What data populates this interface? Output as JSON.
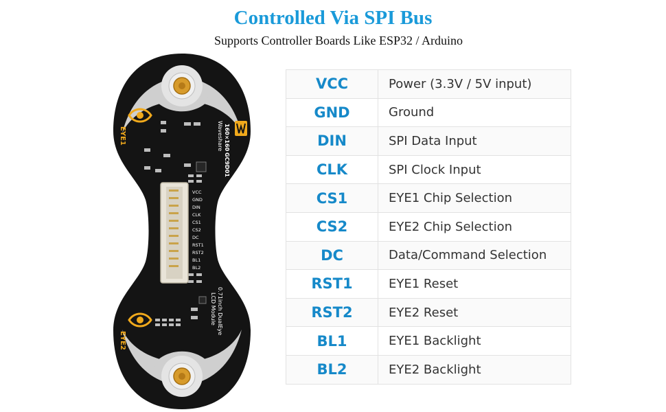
{
  "header": {
    "title": "Controlled Via SPI Bus",
    "subtitle": "Supports Controller Boards Like ESP32 / Arduino"
  },
  "board": {
    "eye1_label": "EYE1",
    "eye2_label": "EYE2",
    "brand": "Waveshare",
    "resolution": "160×160",
    "driver": "GC9D01",
    "module_line1": "0.71inch DualEye",
    "module_line2": "LCD Module",
    "silk_pins": [
      "VCC",
      "GND",
      "DIN",
      "CLK",
      "CS1",
      "CS2",
      "DC",
      "RST1",
      "RST2",
      "BL1",
      "BL2"
    ],
    "board_color": "#141414",
    "accent_color": "#f0a91c"
  },
  "pins": [
    {
      "name": "VCC",
      "desc": "Power (3.3V / 5V input)"
    },
    {
      "name": "GND",
      "desc": "Ground"
    },
    {
      "name": "DIN",
      "desc": "SPI Data Input"
    },
    {
      "name": "CLK",
      "desc": "SPI Clock Input"
    },
    {
      "name": "CS1",
      "desc": "EYE1 Chip Selection"
    },
    {
      "name": "CS2",
      "desc": "EYE2 Chip Selection"
    },
    {
      "name": "DC",
      "desc": "Data/Command Selection"
    },
    {
      "name": "RST1",
      "desc": "EYE1 Reset"
    },
    {
      "name": "RST2",
      "desc": "EYE2 Reset"
    },
    {
      "name": "BL1",
      "desc": "EYE1 Backlight"
    },
    {
      "name": "BL2",
      "desc": "EYE2 Backlight"
    }
  ]
}
